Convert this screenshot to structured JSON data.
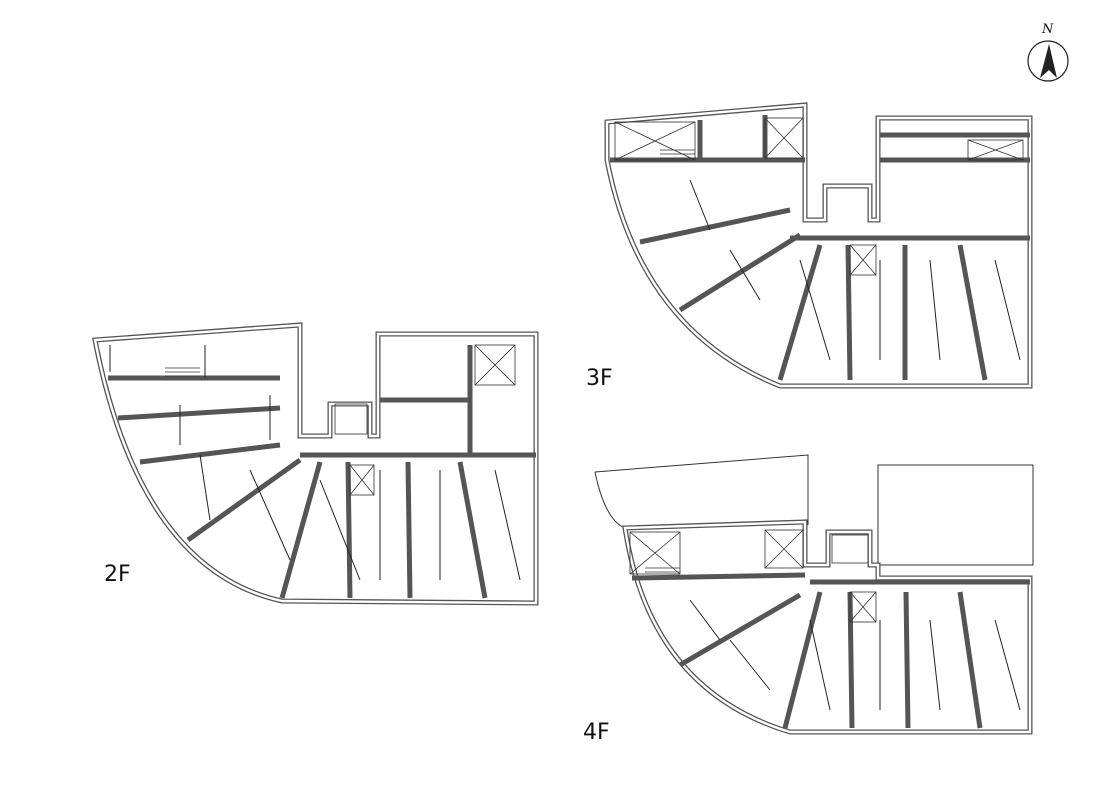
{
  "compass": {
    "label": "N",
    "icon": "north-arrow-icon"
  },
  "floors": [
    {
      "id": "2F",
      "label": "2F"
    },
    {
      "id": "3F",
      "label": "3F"
    },
    {
      "id": "4F",
      "label": "4F"
    }
  ]
}
